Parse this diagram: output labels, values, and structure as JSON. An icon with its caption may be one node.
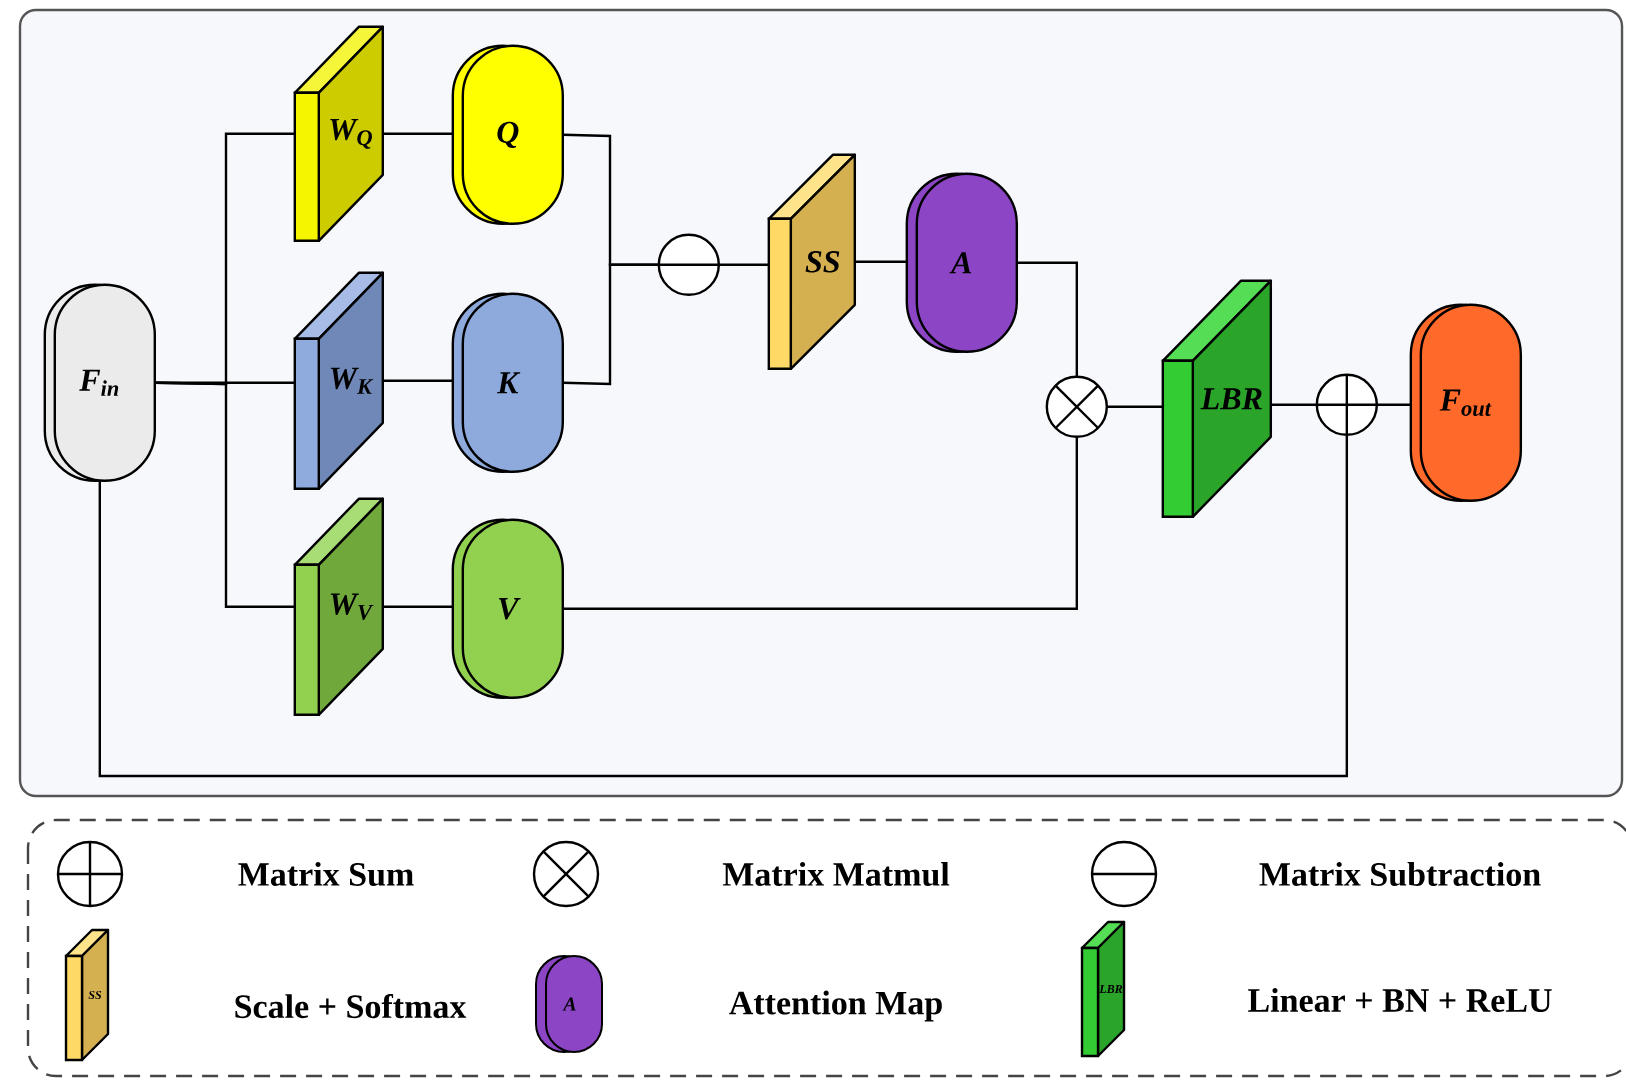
{
  "diagram": {
    "nodes": [
      {
        "text": [],
        "shape": "box"
      },
      {
        "text": [
          "F$_{in}$"
        ],
        "in": 0
      },
      {
        "text": [
          "W$_{Q}$"
        ],
        "in": 0
      },
      {
        "text": [
          "Q"
        ],
        "in": 0
      },
      {
        "text": [
          "W$_{K}$"
        ],
        "in": 0
      },
      {
        "text": [
          "K"
        ],
        "in": 0
      },
      {
        "text": [
          "W$_{V}$"
        ],
        "in": 0
      },
      {
        "text": [
          "V"
        ],
        "in": 0
      },
      {
        "text": [],
        "shape": "circle",
        "in": 0
      },
      {
        "text": [
          "SS"
        ],
        "in": 0
      },
      {
        "text": [
          "A"
        ],
        "in": 0
      },
      {
        "text": [],
        "shape": "circle",
        "in": 0
      },
      {
        "text": [
          "LBR"
        ],
        "in": 0
      },
      {
        "text": [],
        "shape": "circle",
        "in": 0
      },
      {
        "text": [
          "F$_{out}$"
        ],
        "in": 0
      }
    ],
    "edges": [
      {
        "from": 1,
        "to": 2,
        "arrow": "none"
      },
      {
        "from": 1,
        "to": 4,
        "arrow": "none"
      },
      {
        "from": 1,
        "to": 6,
        "arrow": "none"
      },
      {
        "from": 2,
        "to": 3,
        "arrow": "none"
      },
      {
        "from": 4,
        "to": 5,
        "arrow": "none"
      },
      {
        "from": 6,
        "to": 7,
        "arrow": "none"
      },
      {
        "from": 3,
        "to": 8,
        "arrow": "none"
      },
      {
        "from": 5,
        "to": 8,
        "arrow": "none"
      },
      {
        "from": 8,
        "to": 9,
        "arrow": "none"
      },
      {
        "from": 9,
        "to": 10,
        "arrow": "none"
      },
      {
        "from": 10,
        "to": 11,
        "arrow": "none"
      },
      {
        "from": 7,
        "to": 11,
        "arrow": "none"
      },
      {
        "from": 11,
        "to": 12,
        "arrow": "none"
      },
      {
        "from": 12,
        "to": 13,
        "arrow": "none"
      },
      {
        "from": 1,
        "to": 13,
        "arrow": "none"
      },
      {
        "from": 13,
        "to": 14,
        "arrow": "none"
      }
    ],
    "labels": [
      "SS",
      "A",
      "LBR"
    ],
    "legend": [
      {
        "text": "Matrix Sum"
      },
      {
        "text": "Matrix Matmul"
      },
      {
        "text": "Matrix Subtraction"
      },
      {
        "text": "Scale + Softmax"
      },
      {
        "text": "Attention Map"
      },
      {
        "text": "Linear + BN + ReLU"
      }
    ]
  }
}
